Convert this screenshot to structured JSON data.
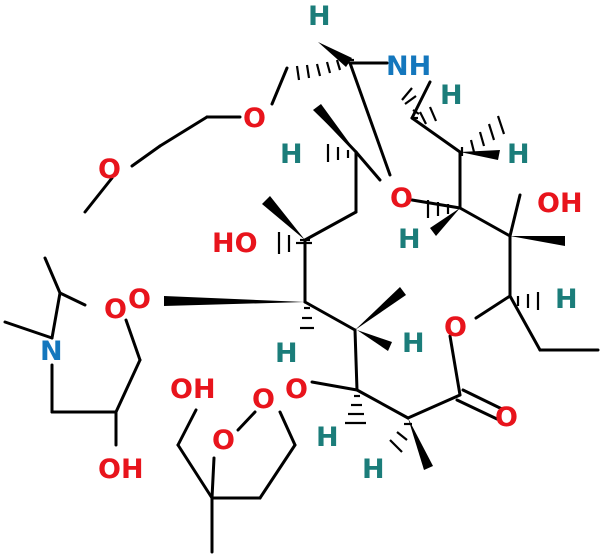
{
  "colors": {
    "oxygen": "#e8141c",
    "nitrogen": "#1477bd",
    "hydrogen": "#1b7d7a",
    "bond": "#000000"
  },
  "labels": {
    "nh": "NH",
    "o": "O",
    "oh": "OH",
    "ho": "HO",
    "h": "H",
    "n": "N"
  }
}
